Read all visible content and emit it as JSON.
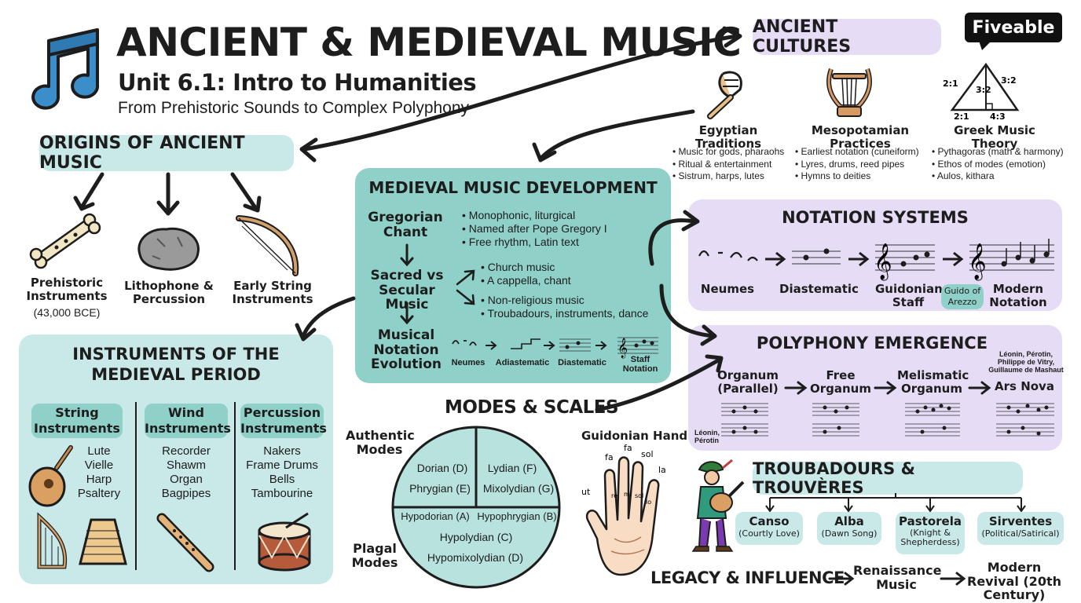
{
  "header": {
    "title": "ANCIENT & MEDIEVAL MUSIC",
    "subtitle": "Unit 6.1: Intro to Humanities",
    "tagline": "From Prehistoric Sounds to Complex Polyphony",
    "logo": "Fiveable"
  },
  "ancient_cultures": {
    "title": "ANCIENT CULTURES",
    "columns": [
      {
        "name": "Egyptian Traditions",
        "items": [
          "Music for gods, pharaohs",
          "Ritual & entertainment",
          "Sistrum, harps, lutes"
        ]
      },
      {
        "name": "Mesopotamian Practices",
        "items": [
          "Earliest notation (cuneiform)",
          "Lyres, drums, reed pipes",
          "Hymns to deities"
        ]
      },
      {
        "name": "Greek Music Theory",
        "items": [
          "Pythagoras (math & harmony)",
          "Ethos of modes (emotion)",
          "Aulos, kithara"
        ]
      }
    ],
    "ratios": [
      "2:1",
      "3:2",
      "3:2",
      "2:1",
      "4:3"
    ]
  },
  "origins": {
    "title": "ORIGINS OF ANCIENT MUSIC",
    "items": [
      {
        "label": "Prehistoric Instruments",
        "note": "(43,000 BCE)"
      },
      {
        "label": "Lithophone & Percussion"
      },
      {
        "label": "Early String Instruments"
      }
    ]
  },
  "medieval_dev": {
    "title": "MEDIEVAL MUSIC DEVELOPMENT",
    "gregorian": {
      "label": "Gregorian Chant",
      "items": [
        "Monophonic, liturgical",
        "Named after Pope Gregory I",
        "Free rhythm, Latin text"
      ]
    },
    "sacred": {
      "label": "Sacred vs Secular Music",
      "church": [
        "Church music",
        "A cappella, chant"
      ],
      "secular": [
        "Non-religious music",
        "Troubadours, instruments, dance"
      ]
    },
    "notation": {
      "label": "Musical Notation Evolution",
      "steps": [
        "Neumes",
        "Adiastematic",
        "Diastematic",
        "Staff Notation"
      ]
    }
  },
  "notation_systems": {
    "title": "NOTATION SYSTEMS",
    "steps": [
      "Neumes",
      "Diastematic",
      "Guidonian Staff",
      "Modern Notation"
    ],
    "note": "Guido of Arezzo"
  },
  "polyphony": {
    "title": "POLYPHONY EMERGENCE",
    "steps": [
      "Organum (Parallel)",
      "Free Organum",
      "Melismatic Organum",
      "Ars Nova"
    ],
    "composers_top": "Léonin, Pérotin, Philippe de Vitry, Guillaume de Mashaut",
    "composers_left": "Léonin, Pérotin"
  },
  "instruments": {
    "title": "INSTRUMENTS OF THE MEDIEVAL PERIOD",
    "groups": [
      {
        "name": "String Instruments",
        "items": [
          "Lute",
          "Vielle",
          "Harp",
          "Psaltery"
        ]
      },
      {
        "name": "Wind Instruments",
        "items": [
          "Recorder",
          "Shawm",
          "Organ",
          "Bagpipes"
        ]
      },
      {
        "name": "Percussion Instruments",
        "items": [
          "Nakers",
          "Frame Drums",
          "Bells",
          "Tambourine"
        ]
      }
    ]
  },
  "modes": {
    "title": "MODES & SCALES",
    "authentic": "Authentic Modes",
    "plagal": "Plagal Modes",
    "cells": [
      "Dorian (D)",
      "Lydian (F)",
      "Phrygian (E)",
      "Mixolydian (G)",
      "Hypodorian (A)",
      "Hypophrygian (B)",
      "Hypolydian (C)",
      "Hypomixolydian (D)"
    ]
  },
  "guidonian_hand": {
    "title": "Guidonian Hand",
    "syllables": [
      "fa",
      "fa",
      "sol",
      "la",
      "ut",
      "re",
      "mi",
      "sol",
      "lo"
    ]
  },
  "troubadours": {
    "title": "TROUBADOURS & TROUVÈRES",
    "genres": [
      {
        "name": "Canso",
        "desc": "(Courtly Love)"
      },
      {
        "name": "Alba",
        "desc": "(Dawn Song)"
      },
      {
        "name": "Pastorela",
        "desc": "(Knight & Shepherdess)"
      },
      {
        "name": "Sirventes",
        "desc": "(Political/Satirical)"
      }
    ]
  },
  "legacy": {
    "title": "LEGACY & INFLUENCE",
    "steps": [
      "Renaissance Music",
      "Modern Revival (20th Century)"
    ]
  },
  "colors": {
    "teal": "#c9e8e8",
    "teal_dark": "#8fd0c9",
    "lavender": "#e6dcf5",
    "ink": "#1d1d1d"
  }
}
